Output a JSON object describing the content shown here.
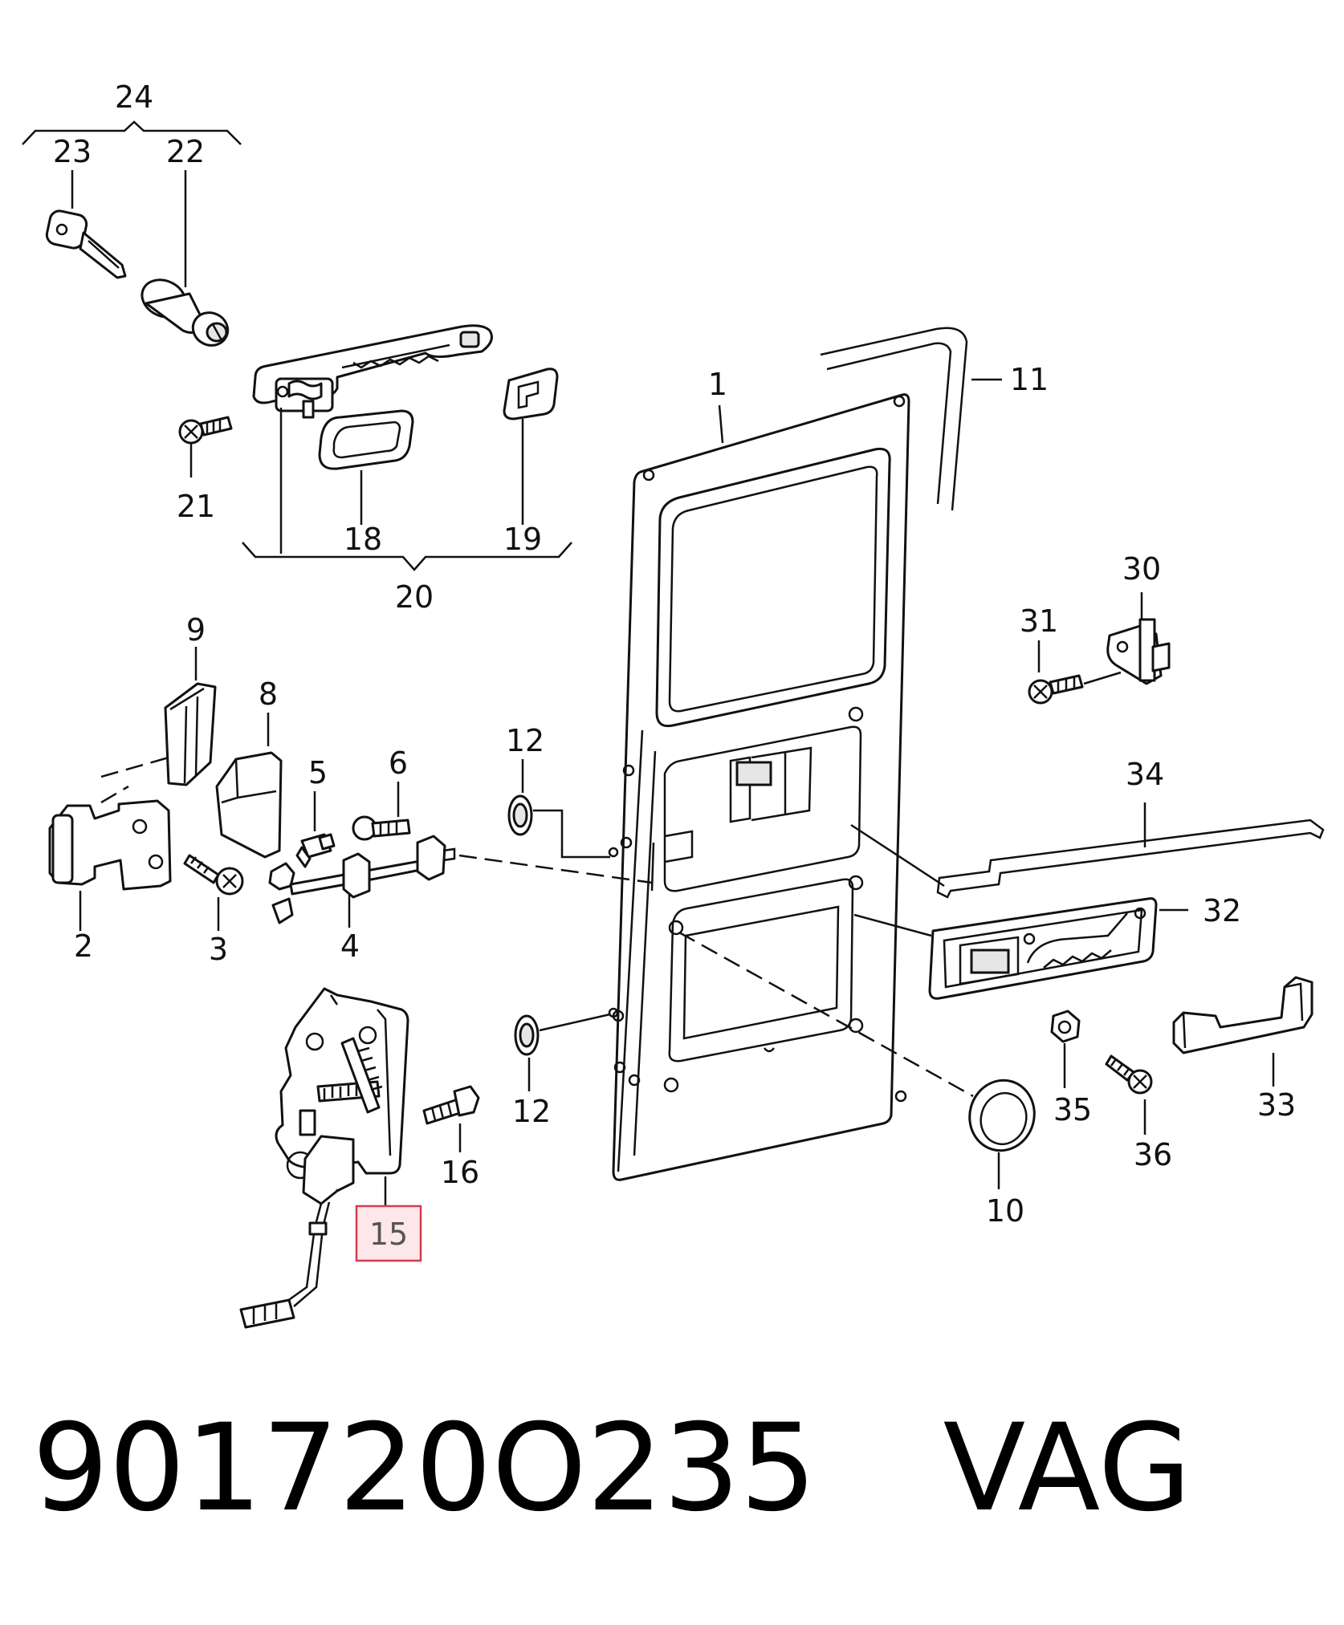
{
  "callouts": {
    "c1": "1",
    "c2": "2",
    "c3": "3",
    "c4": "4",
    "c5": "5",
    "c6": "6",
    "c8": "8",
    "c9": "9",
    "c10": "10",
    "c11": "11",
    "c12a": "12",
    "c12b": "12",
    "c15": "15",
    "c16": "16",
    "c18": "18",
    "c19": "19",
    "c20": "20",
    "c21": "21",
    "c22": "22",
    "c23": "23",
    "c24": "24",
    "c30": "30",
    "c31": "31",
    "c32": "32",
    "c33": "33",
    "c34": "34",
    "c35": "35",
    "c36": "36"
  },
  "highlighted_callout": "15",
  "caption": {
    "part_number": "901720O235",
    "brand": "VAG"
  },
  "colors": {
    "highlight_border": "#d23c4f",
    "highlight_fill": "#fde7ea",
    "line": "#111111"
  }
}
